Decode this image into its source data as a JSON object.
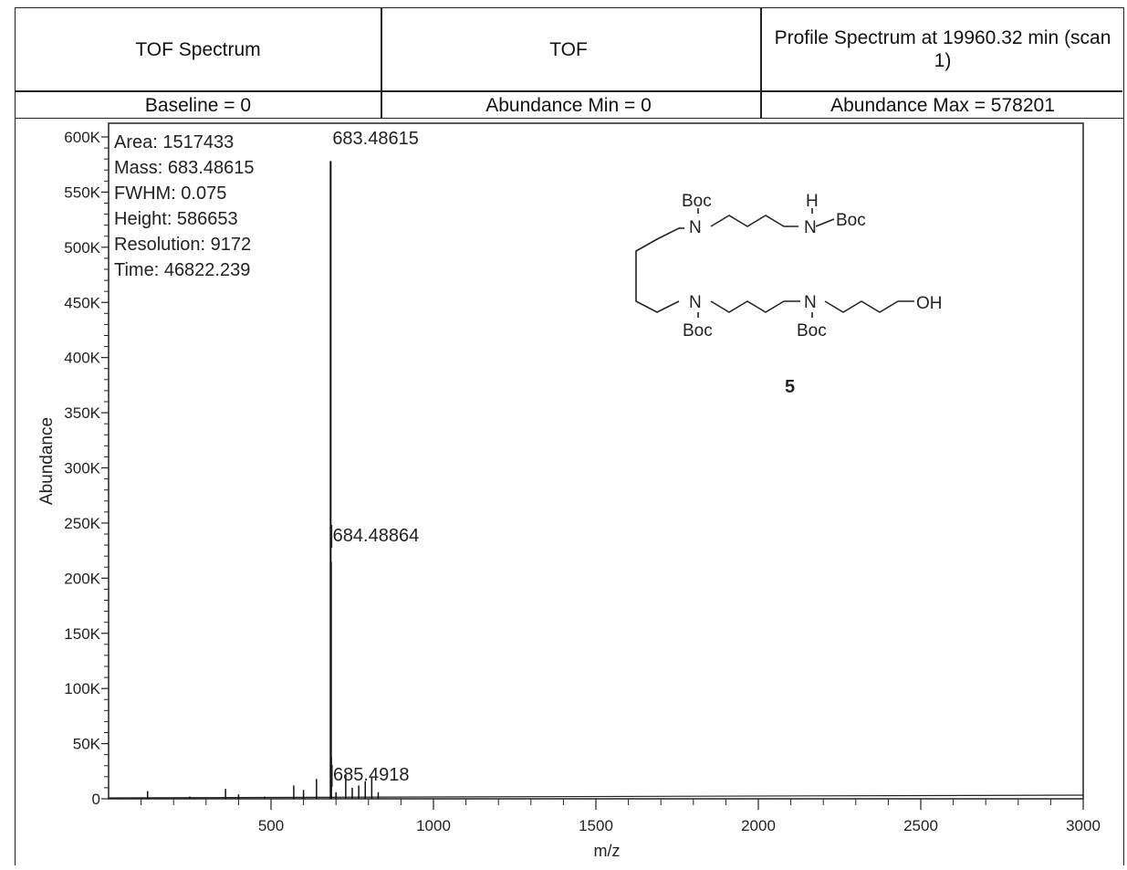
{
  "header": {
    "cells": [
      {
        "text": "TOF Spectrum"
      },
      {
        "text": "TOF"
      },
      {
        "text": "Profile Spectrum at 19960.32 min (scan 1)"
      },
      {
        "text": "Baseline = 0"
      },
      {
        "text": "Abundance Min = 0"
      },
      {
        "text": "Abundance Max = 578201"
      }
    ]
  },
  "peak_info": {
    "lines": [
      "Area: 1517433",
      "Mass: 683.48615",
      "FWHM: 0.075",
      "Height: 586653",
      "Resolution: 9172",
      "Time: 46822.239"
    ]
  },
  "structure": {
    "compound_number": "5",
    "labels": {
      "boc": "Boc",
      "n": "N",
      "h": "H",
      "oh": "OH"
    }
  },
  "chart_data": {
    "type": "bar",
    "xlabel": "m/z",
    "ylabel": "Abundance",
    "xlim": [
      0,
      3000
    ],
    "ylim": [
      0,
      600000
    ],
    "xticks": [
      500,
      1000,
      1500,
      2000,
      2500,
      3000
    ],
    "yticks": [
      0,
      50000,
      100000,
      150000,
      200000,
      250000,
      300000,
      350000,
      400000,
      450000,
      500000,
      550000,
      600000
    ],
    "ytick_labels": [
      "0",
      "50K",
      "100K",
      "150K",
      "200K",
      "250K",
      "300K",
      "350K",
      "400K",
      "450K",
      "500K",
      "550K",
      "600K"
    ],
    "peaks": [
      {
        "mz": 683.48615,
        "abundance": 578201,
        "label": "683.48615"
      },
      {
        "mz": 684.48864,
        "abundance": 215000,
        "label": "684.48864"
      },
      {
        "mz": 685.4918,
        "abundance": 38000,
        "label": "685.4918"
      },
      {
        "mz": 120,
        "abundance": 7000
      },
      {
        "mz": 250,
        "abundance": 2000
      },
      {
        "mz": 360,
        "abundance": 9000
      },
      {
        "mz": 400,
        "abundance": 4000
      },
      {
        "mz": 480,
        "abundance": 2000
      },
      {
        "mz": 570,
        "abundance": 12000
      },
      {
        "mz": 600,
        "abundance": 8000
      },
      {
        "mz": 640,
        "abundance": 18000
      },
      {
        "mz": 700,
        "abundance": 6000
      },
      {
        "mz": 730,
        "abundance": 22000
      },
      {
        "mz": 750,
        "abundance": 10000
      },
      {
        "mz": 770,
        "abundance": 12000
      },
      {
        "mz": 790,
        "abundance": 16000
      },
      {
        "mz": 810,
        "abundance": 20000
      },
      {
        "mz": 830,
        "abundance": 6000
      }
    ]
  }
}
